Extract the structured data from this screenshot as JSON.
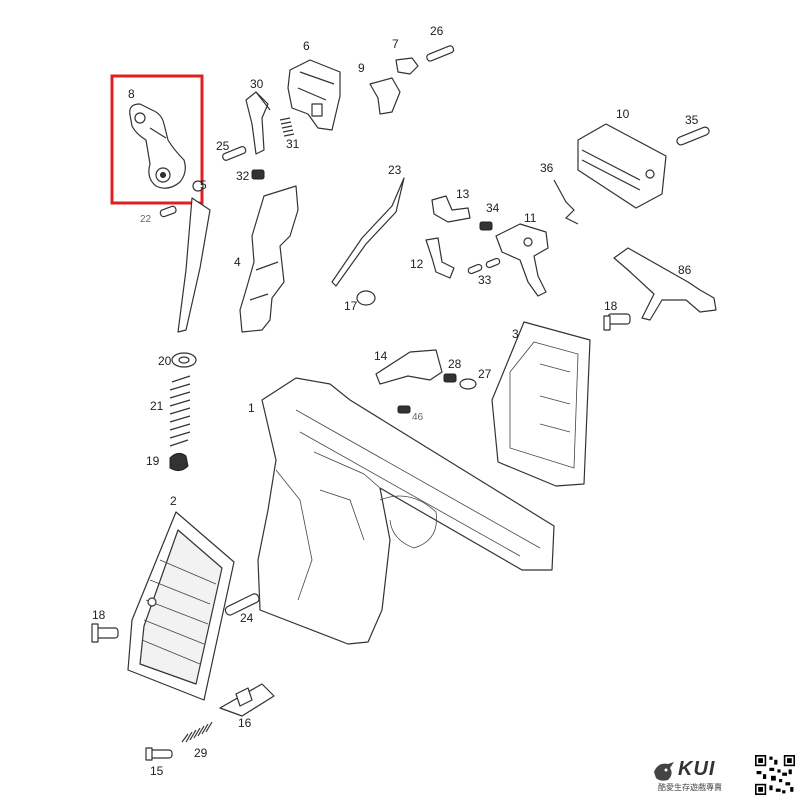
{
  "highlight": {
    "target_part": "8",
    "color": "#e02020"
  },
  "labels": {
    "p1": "1",
    "p2": "2",
    "p3": "3",
    "p4": "4",
    "p5": "5",
    "p6": "6",
    "p7": "7",
    "p8": "8",
    "p9": "9",
    "p10": "10",
    "p11": "11",
    "p12": "12",
    "p13": "13",
    "p14": "14",
    "p15": "15",
    "p16": "16",
    "p17": "17",
    "p18a": "18",
    "p18b": "18",
    "p19": "19",
    "p20": "20",
    "p21": "21",
    "p22": "22",
    "p23": "23",
    "p24": "24",
    "p25": "25",
    "p26": "26",
    "p27": "27",
    "p28": "28",
    "p29": "29",
    "p30": "30",
    "p31": "31",
    "p32": "32",
    "p33": "33",
    "p34": "34",
    "p35": "35",
    "p36": "36",
    "p46": "46",
    "p86": "86"
  },
  "logo": {
    "brand": "KUI",
    "tagline": "酷愛生存遊戲專賣",
    "icon": "wolf-head-icon"
  },
  "qr": {
    "icon": "qr-code-icon"
  }
}
